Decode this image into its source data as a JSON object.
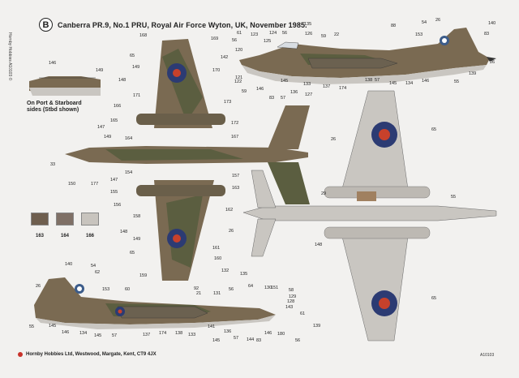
{
  "header": {
    "badge": "B",
    "title": "Canberra PR.9, No.1 PRU, Royal Air Force Wyton, UK, November 1985."
  },
  "side_text": "Hornby Hobbies A10103 ©",
  "inset_caption": "On Port & Starboard sides (Stbd shown)",
  "swatches": [
    {
      "code": "163",
      "color": "#6e5e4e"
    },
    {
      "code": "164",
      "color": "#7f7066"
    },
    {
      "code": "166",
      "color": "#c8c4be"
    }
  ],
  "footer": "Hornby Hobbies Ltd, Westwood, Margate, Kent, CT9 4JX",
  "code": "A10103",
  "colors": {
    "dark_earth": "#7a6a52",
    "dark_green": "#5b5e40",
    "light_grey": "#c9c6c1",
    "roundel_blue": "#2c3b73",
    "roundel_red": "#c7412b"
  },
  "callouts": {
    "top_side": [
      "135",
      "54",
      "26",
      "140",
      "61",
      "56",
      "123",
      "124",
      "56",
      "126",
      "59",
      "22",
      "88",
      "153",
      "83",
      "120",
      "125",
      "121",
      "122",
      "146",
      "59",
      "83",
      "57",
      "145",
      "136",
      "133",
      "137",
      "174",
      "127",
      "138",
      "57",
      "145",
      "134",
      "146",
      "26",
      "139",
      "55"
    ],
    "inset": [
      "146",
      "149"
    ],
    "top_plan": [
      "168",
      "169",
      "65",
      "170",
      "149",
      "142",
      "148",
      "171",
      "173",
      "166",
      "165",
      "147",
      "172",
      "149",
      "164",
      "167",
      "33",
      "26",
      "154",
      "157",
      "147",
      "163",
      "150",
      "177",
      "155",
      "156",
      "162",
      "158",
      "148",
      "149",
      "161",
      "65",
      "160",
      "159"
    ],
    "underside": [
      "65",
      "29",
      "55",
      "148",
      "65",
      "26"
    ],
    "bottom_side": [
      "140",
      "54",
      "62",
      "26",
      "153",
      "60",
      "92",
      "21",
      "131",
      "132",
      "56",
      "64",
      "135",
      "130",
      "151",
      "58",
      "129",
      "128",
      "143",
      "61",
      "139",
      "55",
      "145",
      "146",
      "134",
      "145",
      "57",
      "137",
      "174",
      "138",
      "133",
      "141",
      "145",
      "136",
      "57",
      "144",
      "83",
      "146",
      "180",
      "56"
    ]
  }
}
